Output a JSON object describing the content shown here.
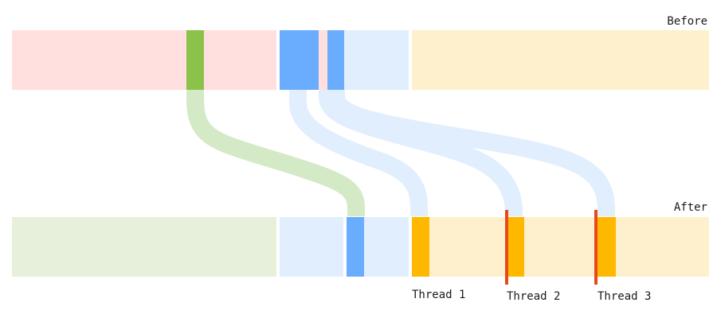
{
  "labels": {
    "before": "Before",
    "after": "After"
  },
  "threads": [
    {
      "label": "Thread 1"
    },
    {
      "label": "Thread 2"
    },
    {
      "label": "Thread 3"
    }
  ],
  "colors": {
    "red_region": "#ffe0df",
    "green_region": "#e6f0da",
    "green_accent": "#8bc34a",
    "green_flow": "#d4e9c6",
    "blue_region": "#e1eefd",
    "blue_accent": "#6aadff",
    "blue_flow": "#e1eefd",
    "yellow_region": "#fff0cd",
    "yellow_accent": "#ffb800",
    "thread_marker": "#e64a19"
  }
}
